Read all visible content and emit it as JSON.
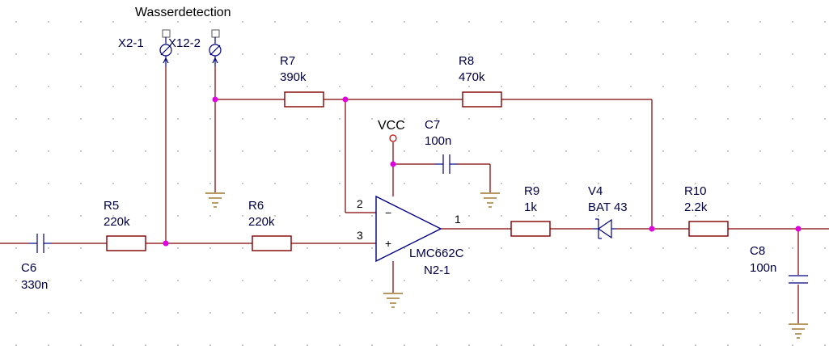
{
  "title": "Wasserdetection",
  "components": {
    "x2_1": {
      "ref": "X2-1"
    },
    "x12_2": {
      "ref": "X12-2"
    },
    "r5": {
      "ref": "R5",
      "value": "220k"
    },
    "r6": {
      "ref": "R6",
      "value": "220k"
    },
    "r7": {
      "ref": "R7",
      "value": "390k"
    },
    "r8": {
      "ref": "R8",
      "value": "470k"
    },
    "r9": {
      "ref": "R9",
      "value": "1k"
    },
    "r10": {
      "ref": "R10",
      "value": "2.2k"
    },
    "c6": {
      "ref": "C6",
      "value": "330n"
    },
    "c7": {
      "ref": "C7",
      "value": "100n"
    },
    "c8": {
      "ref": "C8",
      "value": "100n"
    },
    "v4": {
      "ref": "V4",
      "value": "BAT 43"
    },
    "opamp": {
      "ref": "N2-1",
      "value": "LMC662C",
      "pin_inv": "2",
      "pin_noninv": "3",
      "pin_out": "1",
      "sign_minus": "−",
      "sign_plus": "+"
    },
    "vcc": {
      "label": "VCC"
    }
  },
  "colors": {
    "wire": "#800000",
    "component": "#000080",
    "junction": "#e000e0",
    "ground": "#8a5a00",
    "grid": "#b8b8b8"
  }
}
